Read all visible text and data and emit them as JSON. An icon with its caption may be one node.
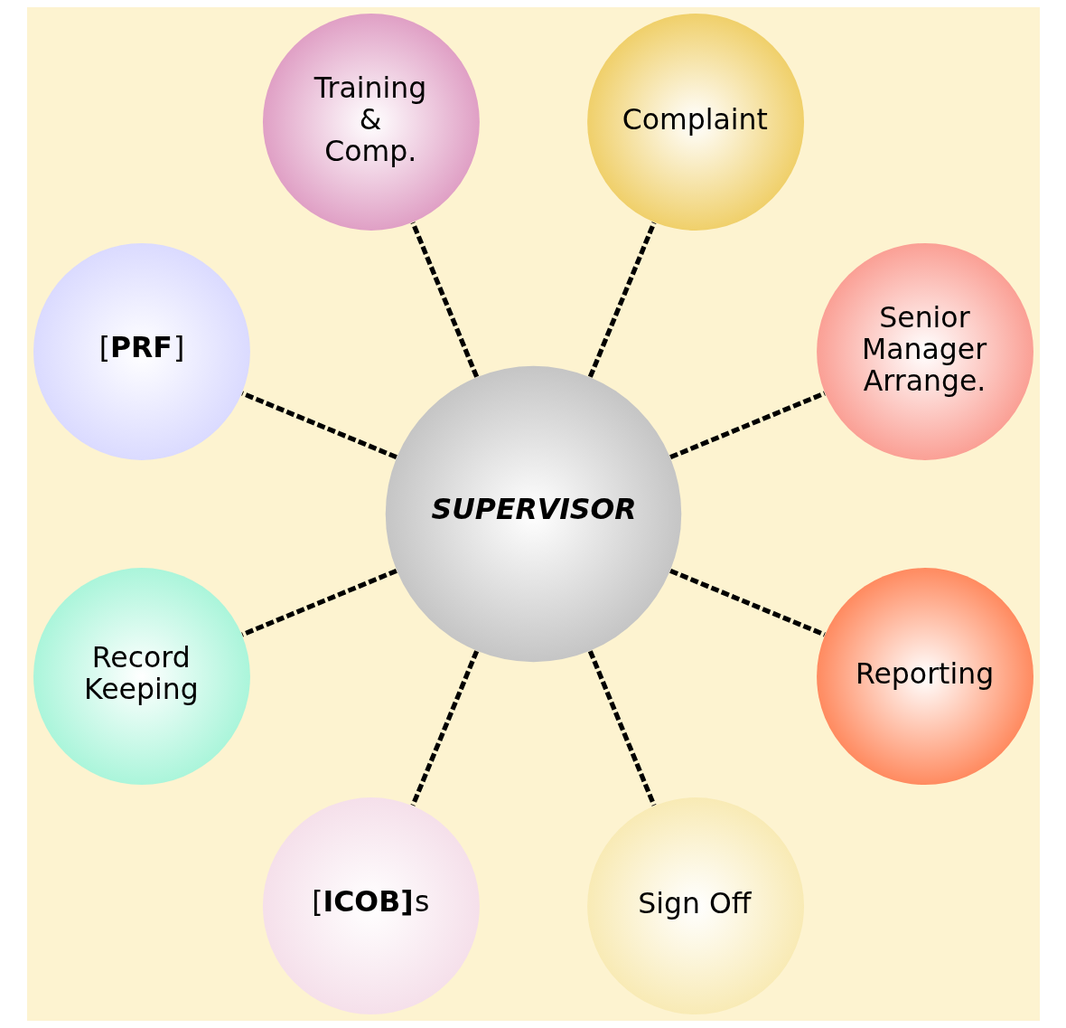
{
  "diagram": {
    "nodes": [
      {
        "text": [
          "Senior Manager Arrange."
        ]
      },
      {
        "text": [
          "Complaint"
        ]
      },
      {
        "text": [
          "Training & Comp."
        ]
      },
      {
        "text": [
          "[**PRF**]"
        ]
      },
      {
        "text": [
          "SUPERVISOR"
        ]
      },
      {
        "text": [
          "Record Keeping"
        ]
      },
      {
        "text": [
          "[**ICOB]**s"
        ]
      },
      {
        "text": [
          "Sign Off"
        ]
      },
      {
        "text": [
          "Reporting"
        ]
      }
    ],
    "edges": [
      {
        "from": 4,
        "to": 0,
        "arrow": "none",
        "style": "dashed"
      },
      {
        "from": 4,
        "to": 1,
        "arrow": "none",
        "style": "dashed"
      },
      {
        "from": 4,
        "to": 2,
        "arrow": "none",
        "style": "dashed"
      },
      {
        "from": 4,
        "to": 3,
        "arrow": "none",
        "style": "dashed"
      },
      {
        "from": 4,
        "to": 5,
        "arrow": "none",
        "style": "dashed"
      },
      {
        "from": 4,
        "to": 6,
        "arrow": "none",
        "style": "dashed"
      },
      {
        "from": 4,
        "to": 7,
        "arrow": "none",
        "style": "dashed"
      },
      {
        "from": 4,
        "to": 8,
        "arrow": "none",
        "style": "dashed"
      }
    ]
  }
}
